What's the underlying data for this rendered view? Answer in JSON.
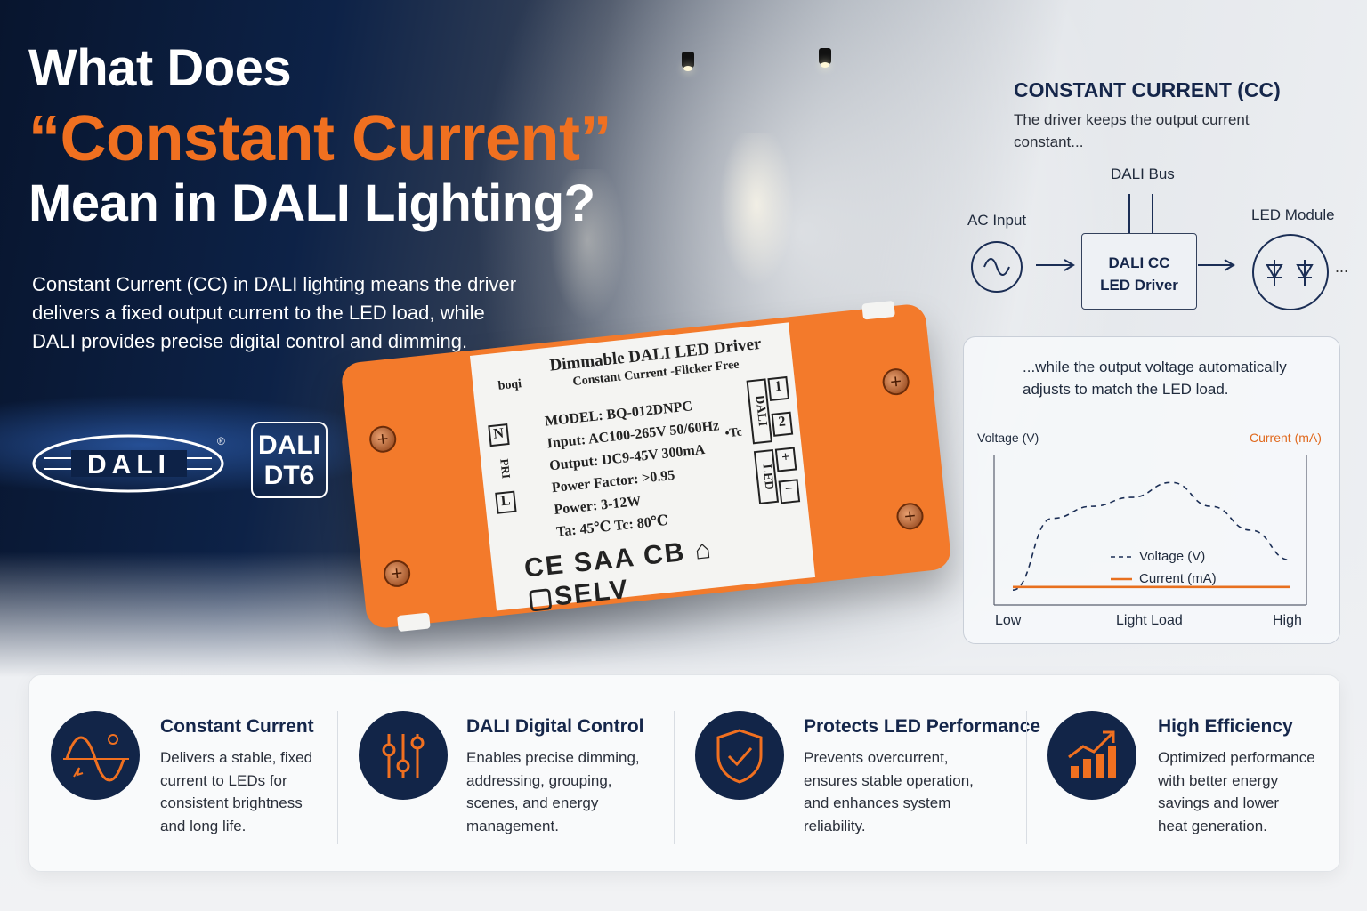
{
  "headline": {
    "line1": "What Does",
    "line2": "“Constant Current”",
    "line3": "Mean in DALI Lighting?"
  },
  "intro": "Constant Current (CC) in DALI lighting means the driver delivers a fixed output current to the LED load, while DALI provides precise digital control and dimming.",
  "logos": {
    "dali": "DALI",
    "dali_registered": "®",
    "dt6_line1": "DALI",
    "dt6_line2": "DT6"
  },
  "product": {
    "title": "Dimmable DALI LED Driver",
    "subtitle": "Constant Current -Flicker Free",
    "brand": "boqi",
    "specs": [
      "MODEL: BQ-012DNPC",
      "Input: AC100-265V 50/60Hz",
      "Output: DC9-45V 300mA",
      "Power Factor: >0.95",
      "Power: 3-12W",
      "Ta: 45℃ Tc: 80℃"
    ],
    "tc_mark": "•Tc",
    "certs": "CE SAA CB ⌂ ▢SELV",
    "terminal_n": "N",
    "terminal_pri": "PRI",
    "terminal_l": "L",
    "terminal_dali": "DALI",
    "terminal_1": "1",
    "terminal_2": "2",
    "terminal_led": "LED",
    "terminal_plus": "+",
    "terminal_minus": "−"
  },
  "cc_panel": {
    "title": "CONSTANT CURRENT (CC)",
    "description": "The driver keeps the output current constant...",
    "dali_bus": "DALI Bus",
    "ac_input": "AC Input",
    "led_module": "LED Module",
    "driver_line1": "DALI CC",
    "driver_line2": "LED Driver",
    "ellipsis": "..."
  },
  "graph_panel": {
    "description": "...while the output voltage automatically adjusts to match the LED load.",
    "left_axis": "Voltage (V)",
    "right_axis": "Current (mA)",
    "legend_voltage": "Voltage (V)",
    "legend_current": "Current (mA)",
    "x_low": "Low",
    "x_mid": "Light Load",
    "x_high": "High",
    "colors": {
      "voltage": "#1b2e55",
      "current": "#e8701f"
    }
  },
  "chart_data": {
    "type": "line",
    "xlabel": "Light Load",
    "ylabel": "Voltage (V)",
    "y2label": "Current (mA)",
    "x": [
      "Low",
      "",
      "",
      "",
      "",
      "",
      "",
      "High"
    ],
    "series": [
      {
        "name": "Voltage (V)",
        "values": [
          0.1,
          0.58,
          0.66,
          0.72,
          0.82,
          0.66,
          0.5,
          0.3
        ]
      },
      {
        "name": "Current (mA)",
        "values": [
          0.12,
          0.12,
          0.12,
          0.12,
          0.12,
          0.12,
          0.12,
          0.12
        ]
      }
    ],
    "legend": "bottom-center",
    "grid": false
  },
  "features": [
    {
      "title": "Constant Current",
      "desc_lines": [
        "Delivers a stable, fixed",
        "current to LEDs for",
        "consistent brightness",
        "and long life."
      ],
      "icon": "sine-wave-icon"
    },
    {
      "title": "DALI Digital Control",
      "desc_lines": [
        "Enables precise dimming,",
        "addressing, grouping,",
        "scenes, and energy",
        "management."
      ],
      "icon": "sliders-icon"
    },
    {
      "title": "Protects LED Performance",
      "desc_lines": [
        "Prevents overcurrent,",
        "ensures stable operation,",
        "and enhances system",
        "reliability."
      ],
      "icon": "shield-check-icon"
    },
    {
      "title": "High Efficiency",
      "desc_lines": [
        "Optimized performance",
        "with better energy",
        "savings and lower",
        "heat generation."
      ],
      "icon": "growth-chart-icon"
    }
  ],
  "theme": {
    "accent": "#f07020",
    "navy": "#122548"
  }
}
